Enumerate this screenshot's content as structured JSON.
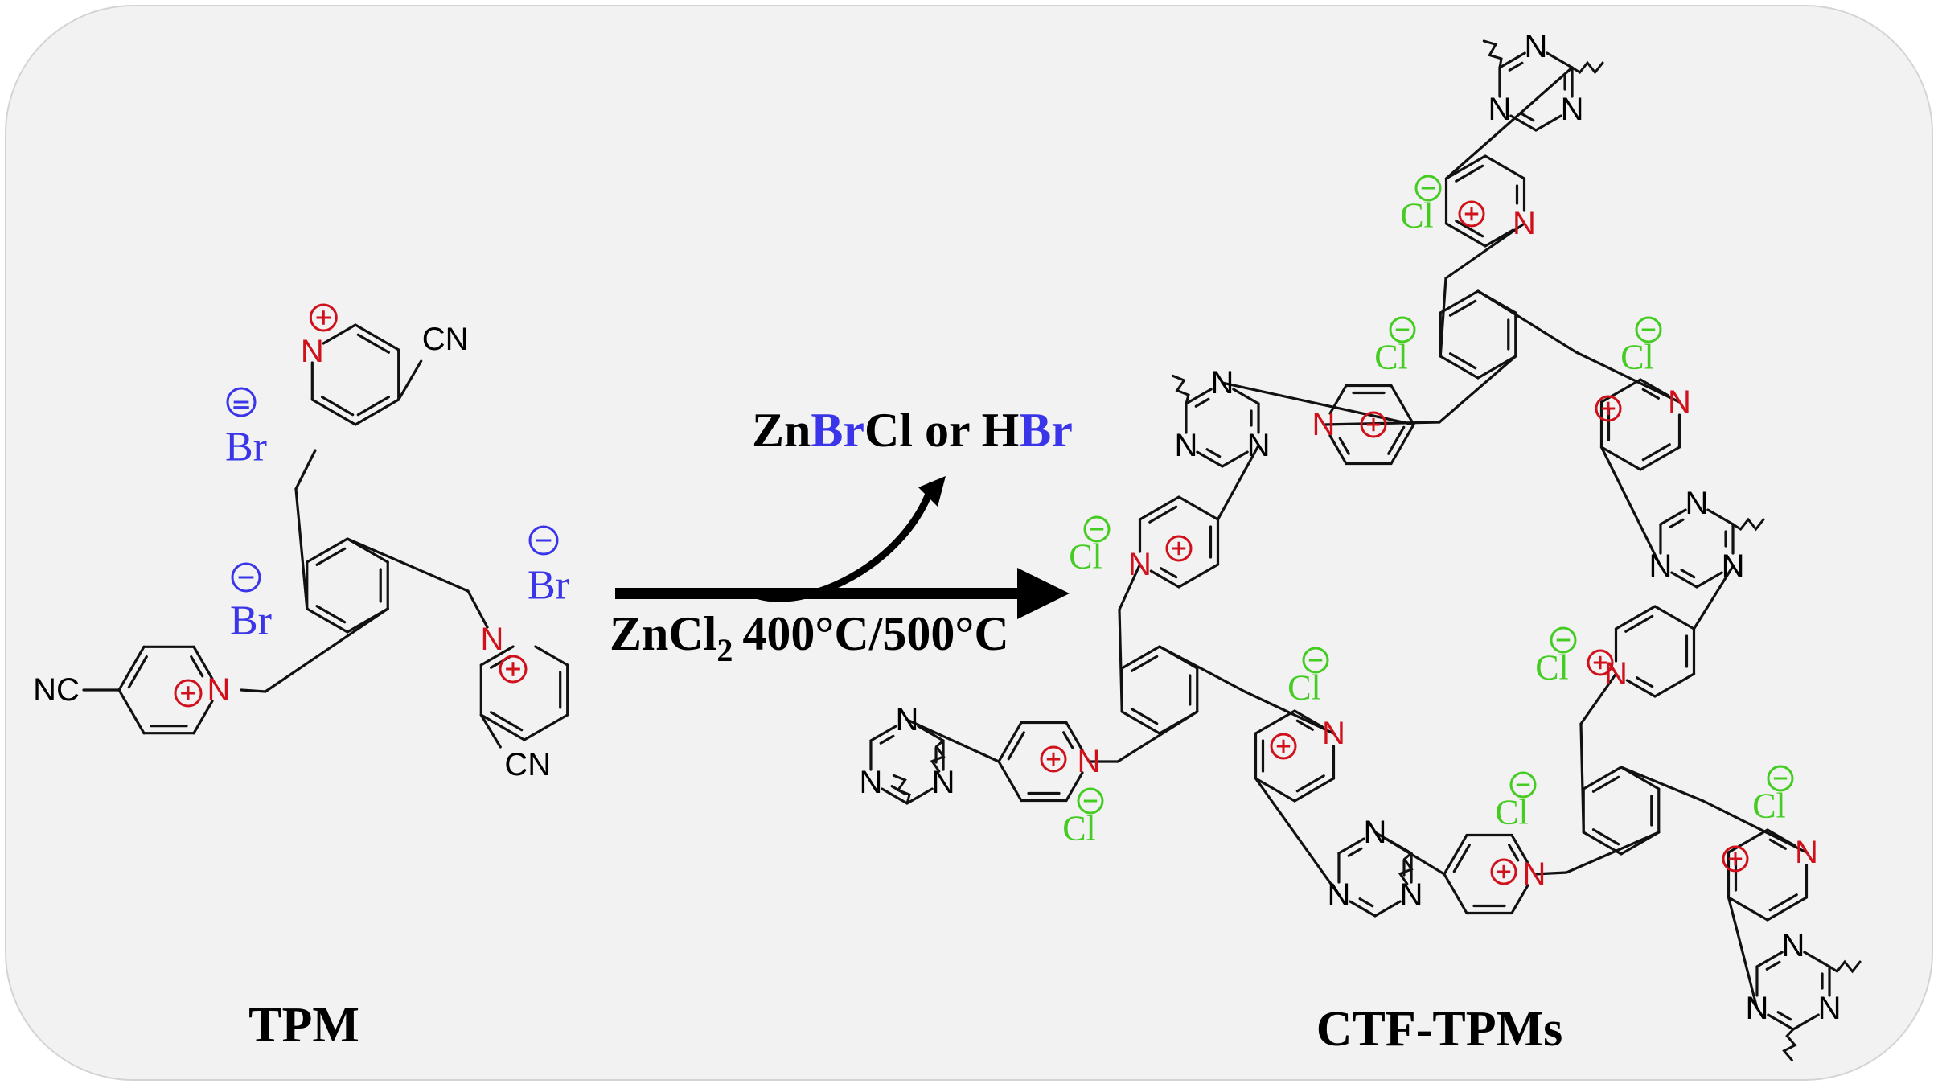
{
  "colors": {
    "frame_bg": "#f2f2f2",
    "bond": "#111111",
    "nitrogen": "#d0101a",
    "bromide": "#3a35e8",
    "chloride": "#44cc22",
    "text": "#000000"
  },
  "reactant": {
    "label": "TPM",
    "nitrile": "CN",
    "nitrile_left": "NC",
    "pyridinium_n": "N",
    "anion": "Br",
    "charge_plus": "+",
    "charge_minus": "−"
  },
  "reaction": {
    "byproduct": [
      {
        "t": "Zn",
        "c": "#000000"
      },
      {
        "t": "Br",
        "c": "#3a35e8"
      },
      {
        "t": "Cl or H",
        "c": "#000000"
      },
      {
        "t": "Br",
        "c": "#3a35e8"
      }
    ],
    "reagent_main": "ZnCl",
    "reagent_sub": "2",
    "temperature": "400°C/500°C"
  },
  "product": {
    "label": "CTF-TPMs",
    "anion": "Cl",
    "triazine_n": "N"
  },
  "icons": {
    "reaction_arrow": "arrow-right-icon",
    "byproduct_arrow": "curved-arrow-icon"
  }
}
